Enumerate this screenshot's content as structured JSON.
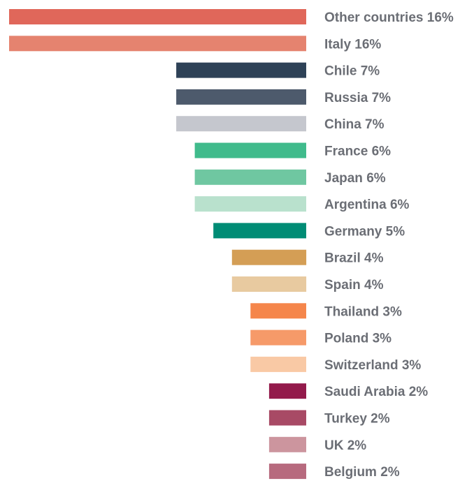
{
  "chart_data": {
    "type": "bar",
    "orientation": "horizontal",
    "unit": "%",
    "categories": [
      "Other countries",
      "Italy",
      "Chile",
      "Russia",
      "China",
      "France",
      "Japan",
      "Argentina",
      "Germany",
      "Brazil",
      "Spain",
      "Thailand",
      "Poland",
      "Switzerland",
      "Saudi Arabia",
      "Turkey",
      "UK",
      "Belgium"
    ],
    "values": [
      16,
      16,
      7,
      7,
      7,
      6,
      6,
      6,
      5,
      4,
      4,
      3,
      3,
      3,
      2,
      2,
      2,
      2
    ],
    "labels": [
      "Other countries 16%",
      "Italy 16%",
      "Chile 7%",
      "Russia 7%",
      "China 7%",
      "France 6%",
      "Japan 6%",
      "Argentina 6%",
      "Germany 5%",
      "Brazil 4%",
      "Spain 4%",
      "Thailand 3%",
      "Poland 3%",
      "Switzerland 3%",
      "Saudi Arabia 2%",
      "Turkey 2%",
      "UK 2%",
      "Belgium 2%"
    ],
    "colors": [
      "#e0675a",
      "#e5836f",
      "#2e4257",
      "#4d5a6c",
      "#c5c7ce",
      "#40bb8c",
      "#6fc7a1",
      "#b9e1cd",
      "#008c75",
      "#d49e55",
      "#e8caa0",
      "#f5864b",
      "#f69a69",
      "#f9c9a5",
      "#931a4b",
      "#a84a65",
      "#cc959e",
      "#b76a7e"
    ],
    "title": "",
    "xlabel": "",
    "ylabel": "",
    "xlim": [
      0,
      16
    ],
    "grid": false,
    "legend": "none",
    "bar_alignment": "right"
  }
}
